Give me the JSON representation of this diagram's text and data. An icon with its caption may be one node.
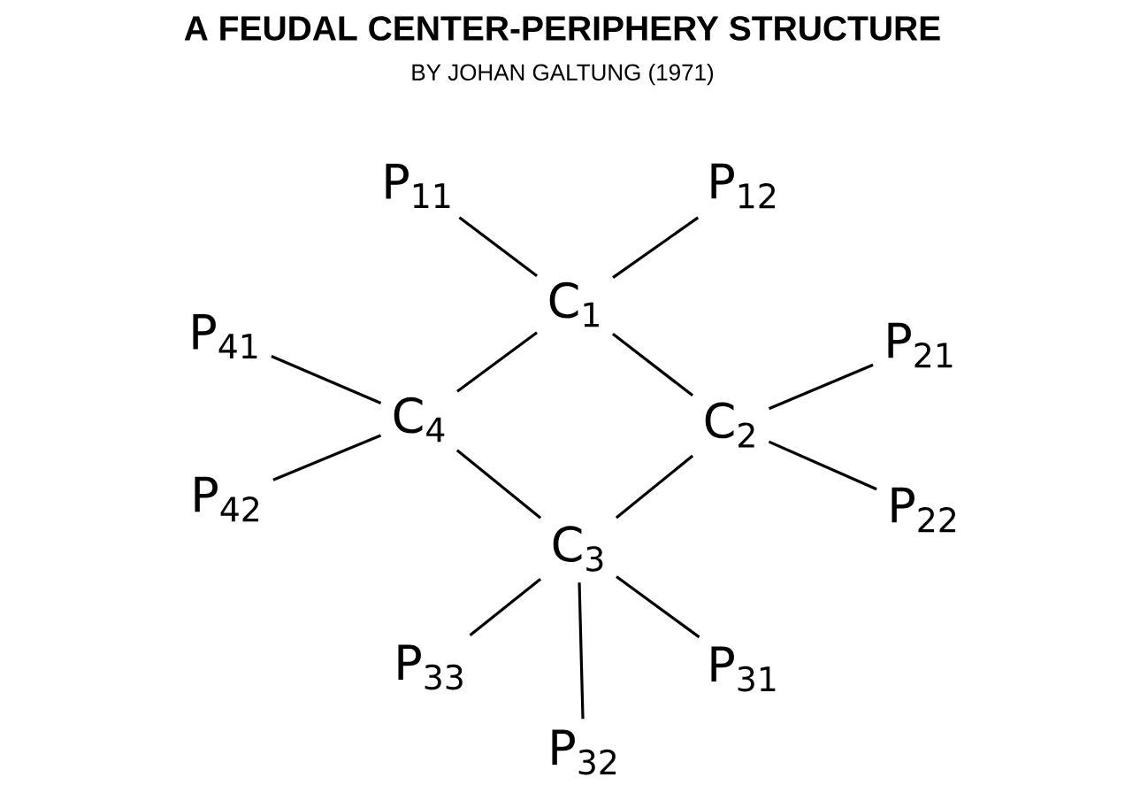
{
  "diagram": {
    "title": "A FEUDAL CENTER-PERIPHERY STRUCTURE",
    "nodes": [
      {
        "text": [
          "P$_{11}$"
        ]
      },
      {
        "text": [
          "P$_{12}$"
        ]
      },
      {
        "text": [
          "C$_{1}$"
        ]
      },
      {
        "text": [
          "P$_{41}$"
        ]
      },
      {
        "text": [
          "P$_{21}$"
        ]
      },
      {
        "text": [
          "C$_{4}$"
        ]
      },
      {
        "text": [
          "C$_{2}$"
        ]
      },
      {
        "text": [
          "P$_{42}$"
        ]
      },
      {
        "text": [
          "P$_{22}$"
        ]
      },
      {
        "text": [
          "C$_{3}$"
        ]
      },
      {
        "text": [
          "P$_{33}$"
        ]
      },
      {
        "text": [
          "P$_{31}$"
        ]
      },
      {
        "text": [
          "P$_{32}$"
        ]
      }
    ],
    "edges": [
      {
        "from": 2,
        "to": 6,
        "arrow": "none"
      },
      {
        "from": 6,
        "to": 9,
        "arrow": "none"
      },
      {
        "from": 9,
        "to": 5,
        "arrow": "none"
      },
      {
        "from": 5,
        "to": 2,
        "arrow": "none"
      },
      {
        "from": 2,
        "to": 0,
        "arrow": "none"
      },
      {
        "from": 2,
        "to": 1,
        "arrow": "none"
      },
      {
        "from": 6,
        "to": 4,
        "arrow": "none"
      },
      {
        "from": 6,
        "to": 8,
        "arrow": "none"
      },
      {
        "from": 9,
        "to": 11,
        "arrow": "none"
      },
      {
        "from": 9,
        "to": 12,
        "arrow": "none"
      },
      {
        "from": 9,
        "to": 10,
        "arrow": "none"
      },
      {
        "from": 5,
        "to": 3,
        "arrow": "none"
      },
      {
        "from": 5,
        "to": 7,
        "arrow": "none"
      }
    ],
    "labels": [
      "BY JOHAN GALTUNG (1971)"
    ]
  }
}
